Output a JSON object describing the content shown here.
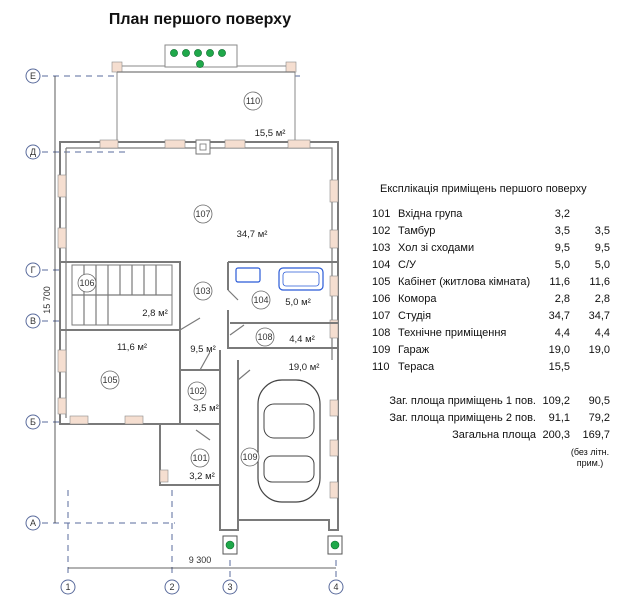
{
  "title": "План першого поверху",
  "axes_letters": [
    "Е",
    "Д",
    "Г",
    "В",
    "Б",
    "А"
  ],
  "axes_numbers": [
    "1",
    "2",
    "3",
    "4"
  ],
  "dimensions": {
    "width": "9 300",
    "height": "15 700"
  },
  "rooms": [
    {
      "num": "110",
      "area": "15,5 м²"
    },
    {
      "num": "107",
      "area": "34,7 м²"
    },
    {
      "num": "106",
      "area": "2,8 м²"
    },
    {
      "num": "103",
      "area": "9,5 м²"
    },
    {
      "num": "104",
      "area": "5,0 м²"
    },
    {
      "num": "108",
      "area": "4,4 м²"
    },
    {
      "num": "105",
      "area": "11,6 м²"
    },
    {
      "num": "102",
      "area": "3,5 м²"
    },
    {
      "num": "101",
      "area": "3,2 м²"
    },
    {
      "num": "109",
      "area": "19,0 м²"
    }
  ],
  "explication": {
    "heading": "Експлікація приміщень першого поверху",
    "rows": [
      {
        "num": "101",
        "name": "Вхідна група",
        "v1": "3,2",
        "v2": ""
      },
      {
        "num": "102",
        "name": "Тамбур",
        "v1": "3,5",
        "v2": "3,5"
      },
      {
        "num": "103",
        "name": "Хол зі сходами",
        "v1": "9,5",
        "v2": "9,5"
      },
      {
        "num": "104",
        "name": "С/У",
        "v1": "5,0",
        "v2": "5,0"
      },
      {
        "num": "105",
        "name": "Кабінет (житлова кімната)",
        "v1": "11,6",
        "v2": "11,6"
      },
      {
        "num": "106",
        "name": "Комора",
        "v1": "2,8",
        "v2": "2,8"
      },
      {
        "num": "107",
        "name": "Студія",
        "v1": "34,7",
        "v2": "34,7"
      },
      {
        "num": "108",
        "name": "Технічне приміщення",
        "v1": "4,4",
        "v2": "4,4"
      },
      {
        "num": "109",
        "name": "Гараж",
        "v1": "19,0",
        "v2": "19,0"
      },
      {
        "num": "110",
        "name": "Тераса",
        "v1": "15,5",
        "v2": ""
      }
    ],
    "totals": [
      {
        "label": "Заг. площа приміщень 1 пов.",
        "v1": "109,2",
        "v2": "90,5"
      },
      {
        "label": "Заг. площа приміщень 2 пов.",
        "v1": "91,1",
        "v2": "79,2"
      },
      {
        "label": "Загальна площа",
        "v1": "200,3",
        "v2": "169,7"
      }
    ],
    "note_line1": "(без літн.",
    "note_line2": "прим.)"
  },
  "colors": {
    "axis": "#5a6b9c",
    "pier": "#f5ded0",
    "plant": "#1fa84a",
    "bath": "#2a5bd7"
  }
}
